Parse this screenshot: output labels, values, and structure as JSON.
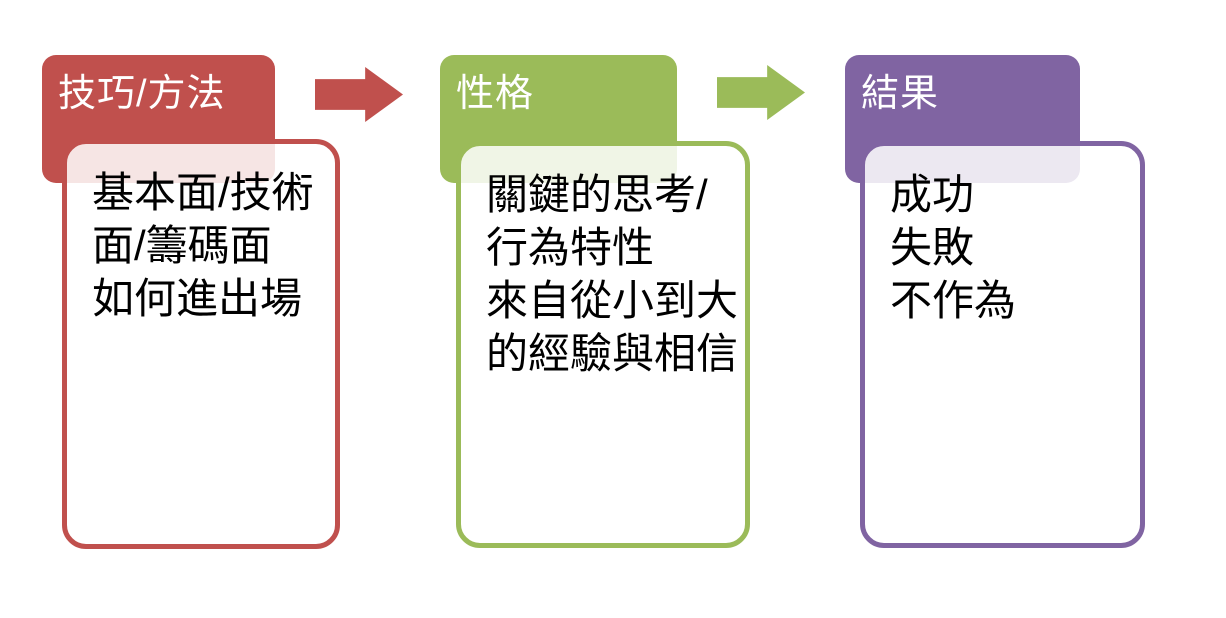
{
  "diagram": {
    "type": "flow-smartart",
    "background": "#FFFFFF",
    "body_text_color": "#000000",
    "header_text_color": "#FFFFFF",
    "panel_fill": "rgba(255,255,255,0.85)",
    "groups": [
      {
        "id": "step-1",
        "header": "技巧/方法",
        "color": "#C0504D",
        "lines": [
          "基本面/技術",
          "面/籌碼面",
          "如何進出場"
        ]
      },
      {
        "id": "step-2",
        "header": "性格",
        "color": "#9BBB59",
        "lines": [
          "關鍵的思考/",
          "行為特性",
          "來自從小到大",
          "的經驗與相信"
        ]
      },
      {
        "id": "step-3",
        "header": "結果",
        "color": "#8064A2",
        "lines": [
          "成功",
          "失敗",
          "不作為"
        ]
      }
    ],
    "arrows": [
      {
        "direction": "right",
        "color": "#C0504D"
      },
      {
        "direction": "right",
        "color": "#9BBB59"
      }
    ]
  }
}
